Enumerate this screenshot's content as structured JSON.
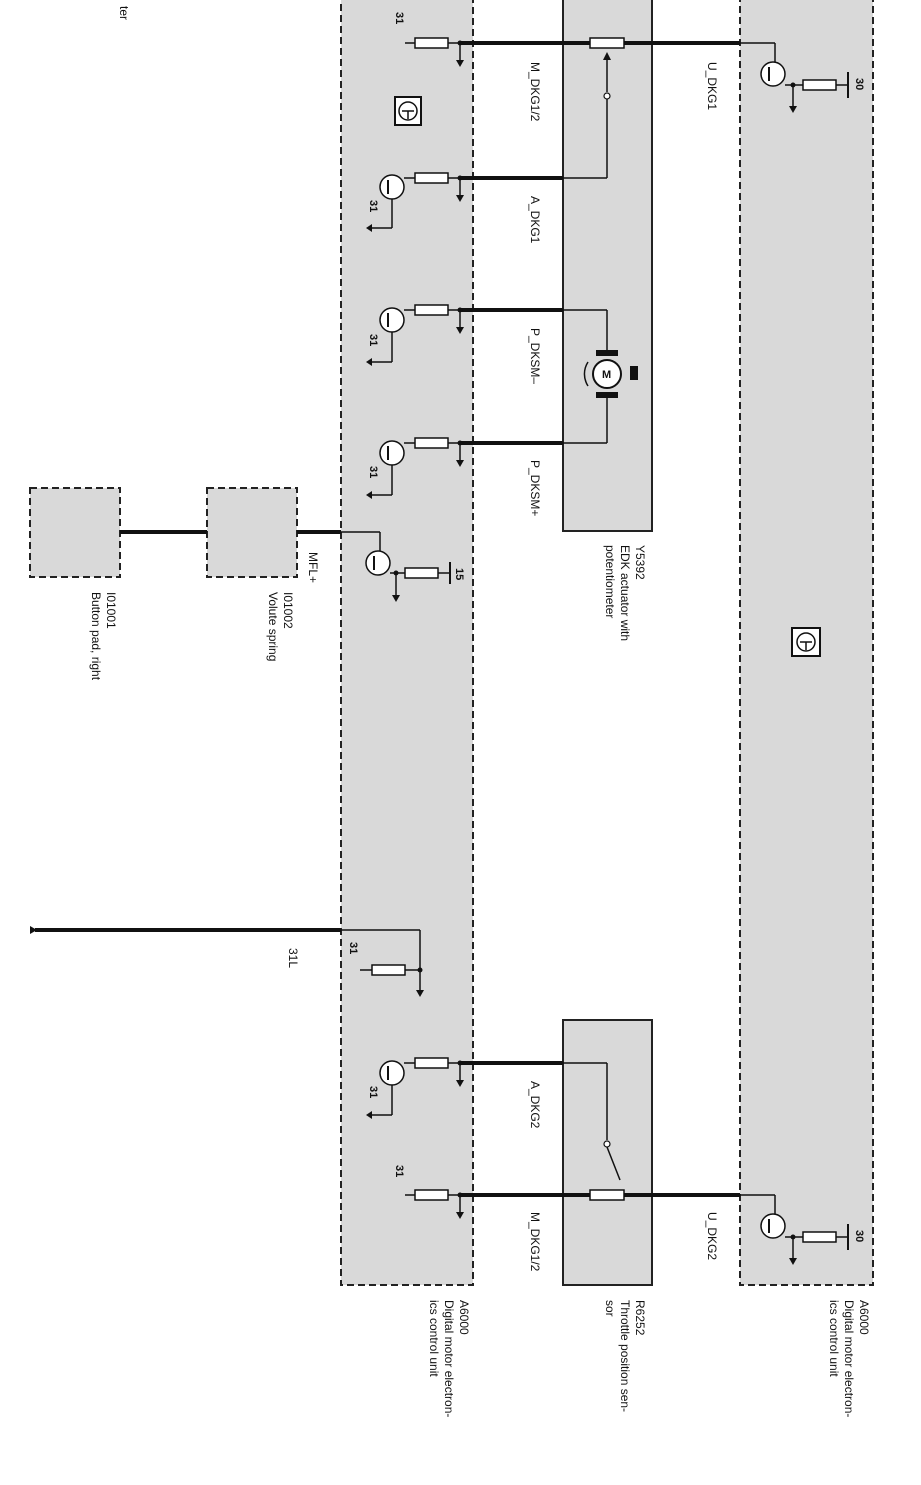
{
  "header_fragment": "ter",
  "components": {
    "ecu_left": {
      "code": "A6000",
      "line1": "Digital motor electron-",
      "line2": "ics control unit"
    },
    "ecu_right": {
      "code": "A6000",
      "line1": "Digital motor electron-",
      "line2": "ics control unit"
    },
    "edk": {
      "code": "Y5392",
      "line1": "EDK actuator with",
      "line2": "potentiometer"
    },
    "throttle": {
      "code": "R6252",
      "line1": "Throttle position sen-",
      "line2": "sor"
    },
    "volute": {
      "code": "I01002",
      "line1": "Volute spring"
    },
    "button_pad": {
      "code": "I01001",
      "line1": "Button pad, right"
    }
  },
  "signals": {
    "m_dkg12_top": "M_DKG1/2",
    "a_dkg1": "A_DKG1",
    "p_dksm_minus": "P_DKSM–",
    "p_dksm_plus": "P_DKSM+",
    "mfl_plus": "MFL+",
    "l31": "31L",
    "a_dkg2": "A_DKG2",
    "m_dkg12_bottom": "M_DKG1/2",
    "u_dkg1": "U_DKG1",
    "u_dkg2": "U_DKG2"
  },
  "pins": {
    "p31": "31",
    "p30": "30",
    "p15": "15"
  },
  "icons": {
    "ecu_symbol": "chip-symbol-icon",
    "motor": "motor-icon",
    "ground": "ground-icon",
    "transistor": "transistor-icon",
    "resistor": "resistor-icon"
  }
}
